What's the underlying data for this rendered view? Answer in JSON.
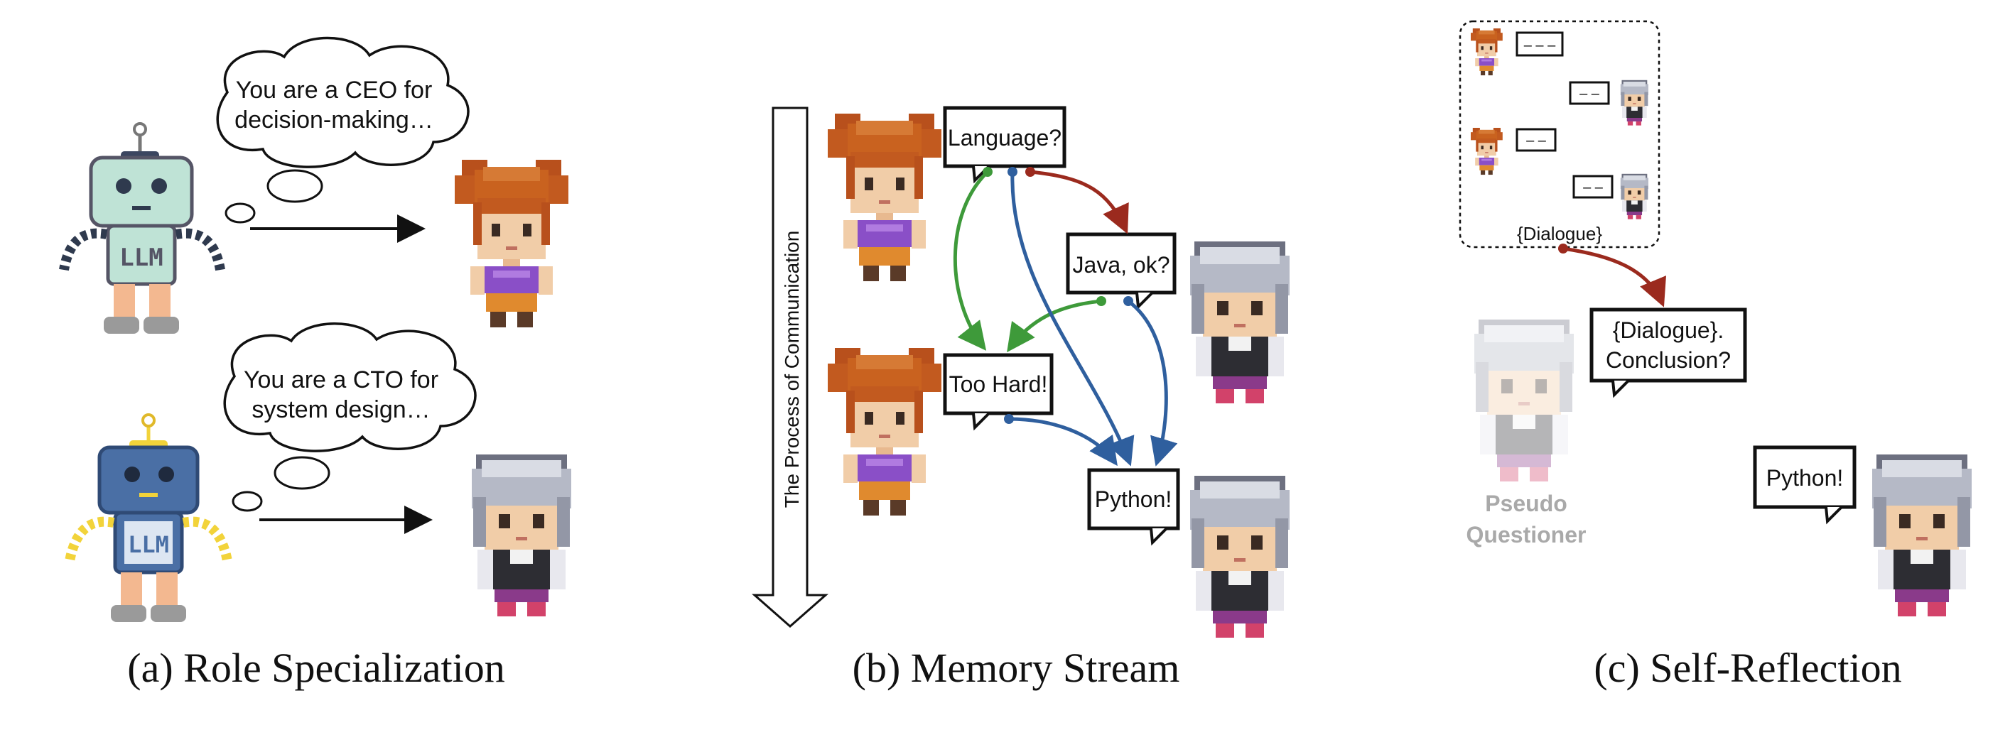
{
  "panel_a": {
    "caption": "(a) Role Specialization",
    "ceo_thought": [
      "You are a CEO for",
      "decision-making…"
    ],
    "cto_thought": [
      "You are a CTO for",
      "system design…"
    ],
    "robot_label": "LLM"
  },
  "panel_b": {
    "caption": "(b) Memory Stream",
    "axis_label": "The Process of Communication",
    "bubbles": {
      "language": "Language?",
      "java": "Java, ok?",
      "too_hard": "Too Hard!",
      "python": "Python!"
    }
  },
  "panel_c": {
    "caption": "(c) Self-Reflection",
    "dialogue_label": "{Dialogue}",
    "mini_bubbles": [
      "– – –",
      "– –",
      "– –",
      "– –"
    ],
    "question_lines": [
      "{Dialogue}.",
      "Conclusion?"
    ],
    "questioner_lines": [
      "Pseudo",
      "Questioner"
    ],
    "answer": "Python!"
  },
  "colors": {
    "arrow_red": "#9b2a1e",
    "arrow_green": "#3e9a3a",
    "arrow_blue": "#2f5f9e",
    "robot_ceo": "#bfe3d6",
    "robot_cto": "#4a6fa5",
    "robot_cto_arms": "#f2d33a",
    "hair_ceo": "#c2571d",
    "shirt_ceo": "#8a4fc7",
    "hair_cto": "#b5b9c6"
  }
}
